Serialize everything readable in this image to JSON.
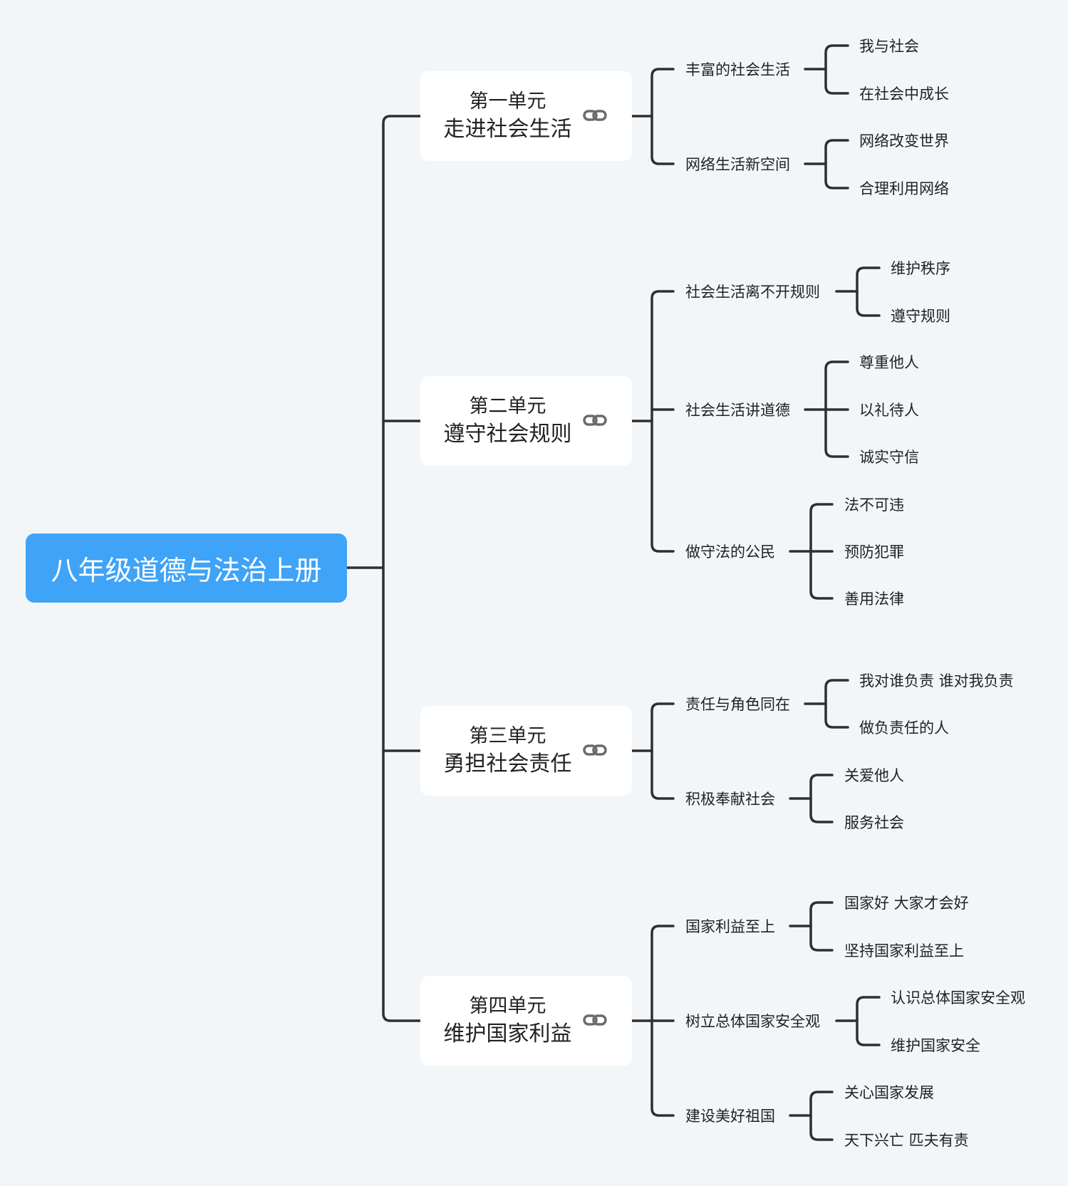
{
  "root": {
    "label": "八年级道德与法治上册"
  },
  "units": [
    {
      "line1": "第一单元",
      "line2": "走进社会生活",
      "topics": [
        {
          "label": "丰富的社会生活",
          "subs": [
            "我与社会",
            "在社会中成长"
          ]
        },
        {
          "label": "网络生活新空间",
          "subs": [
            "网络改变世界",
            "合理利用网络"
          ]
        }
      ]
    },
    {
      "line1": "第二单元",
      "line2": "遵守社会规则",
      "topics": [
        {
          "label": "社会生活离不开规则",
          "subs": [
            "维护秩序",
            "遵守规则"
          ]
        },
        {
          "label": "社会生活讲道德",
          "subs": [
            "尊重他人",
            "以礼待人",
            "诚实守信"
          ]
        },
        {
          "label": "做守法的公民",
          "subs": [
            "法不可违",
            "预防犯罪",
            "善用法律"
          ]
        }
      ]
    },
    {
      "line1": "第三单元",
      "line2": "勇担社会责任",
      "topics": [
        {
          "label": "责任与角色同在",
          "subs": [
            "我对谁负责 谁对我负责",
            "做负责任的人"
          ]
        },
        {
          "label": "积极奉献社会",
          "subs": [
            "关爱他人",
            "服务社会"
          ]
        }
      ]
    },
    {
      "line1": "第四单元",
      "line2": "维护国家利益",
      "topics": [
        {
          "label": "国家利益至上",
          "subs": [
            "国家好 大家才会好",
            "坚持国家利益至上"
          ]
        },
        {
          "label": "树立总体国家安全观",
          "subs": [
            "认识总体国家安全观",
            "维护国家安全"
          ]
        },
        {
          "label": "建设美好祖国",
          "subs": [
            "关心国家发展",
            "天下兴亡 匹夫有责"
          ]
        }
      ]
    }
  ],
  "colors": {
    "root_bg": "#3fa3f7",
    "background": "#f2f6f9",
    "line": "#2f2f2f",
    "node_bg": "#ffffff"
  },
  "icons": {
    "unit_link": "link-icon"
  }
}
